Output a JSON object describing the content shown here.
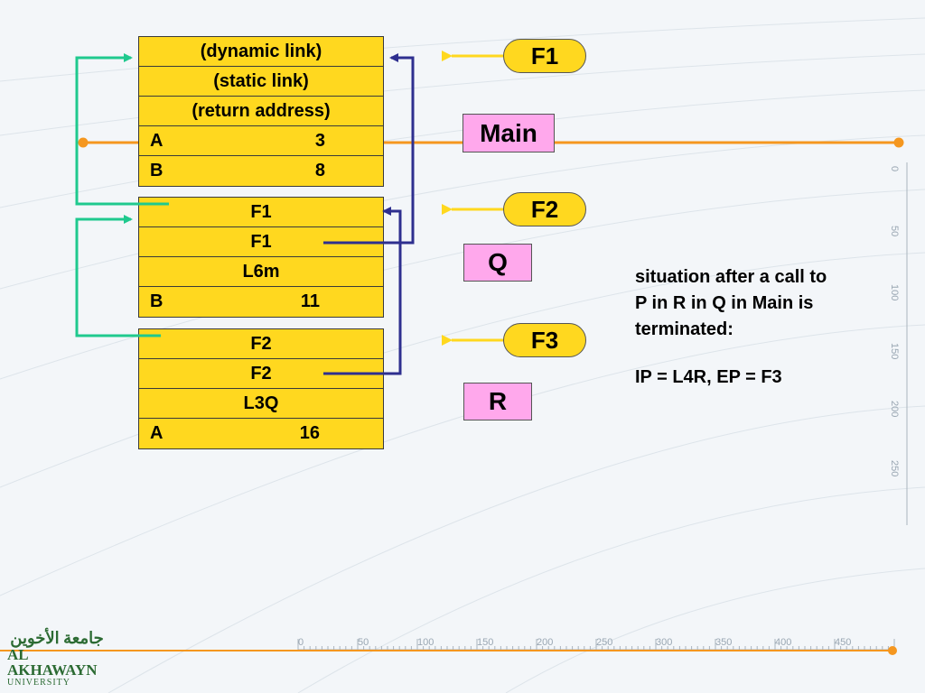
{
  "frames": [
    {
      "cells": [
        {
          "text": "(dynamic link)"
        },
        {
          "text": "(static link)"
        },
        {
          "text": "(return address)"
        },
        {
          "key": "A",
          "value": "3"
        },
        {
          "key": "B",
          "value": "8"
        }
      ]
    },
    {
      "cells": [
        {
          "text": "F1"
        },
        {
          "text": "F1"
        },
        {
          "text": "L6m"
        },
        {
          "key": "B",
          "value": "11"
        }
      ]
    },
    {
      "cells": [
        {
          "text": "F2"
        },
        {
          "text": "F2"
        },
        {
          "text": "L3Q"
        },
        {
          "key": "A",
          "value": "16"
        }
      ]
    }
  ],
  "frame_badges": [
    "F1",
    "F2",
    "F3"
  ],
  "procedure_labels": [
    "Main",
    "Q",
    "R"
  ],
  "description": {
    "lines": [
      "situation after a call to",
      "P in R in Q in Main is",
      "terminated:"
    ],
    "registers": "IP = L4R, EP = F3"
  },
  "logo": {
    "arabic": "جامعة الأخوين",
    "english": "AL AKHAWAYN",
    "university": "UNIVERSITY"
  },
  "ruler_ticks": [
    "0",
    "50",
    "100",
    "150",
    "200",
    "250",
    "300",
    "350",
    "400",
    "450"
  ],
  "colors": {
    "cell": "#ffd81f",
    "badge": "#ffd81f",
    "label": "#ffa8ec",
    "dynamic_link": "#1fc98e",
    "static_link": "#2e2f8f",
    "orange_line": "#f5971f"
  }
}
